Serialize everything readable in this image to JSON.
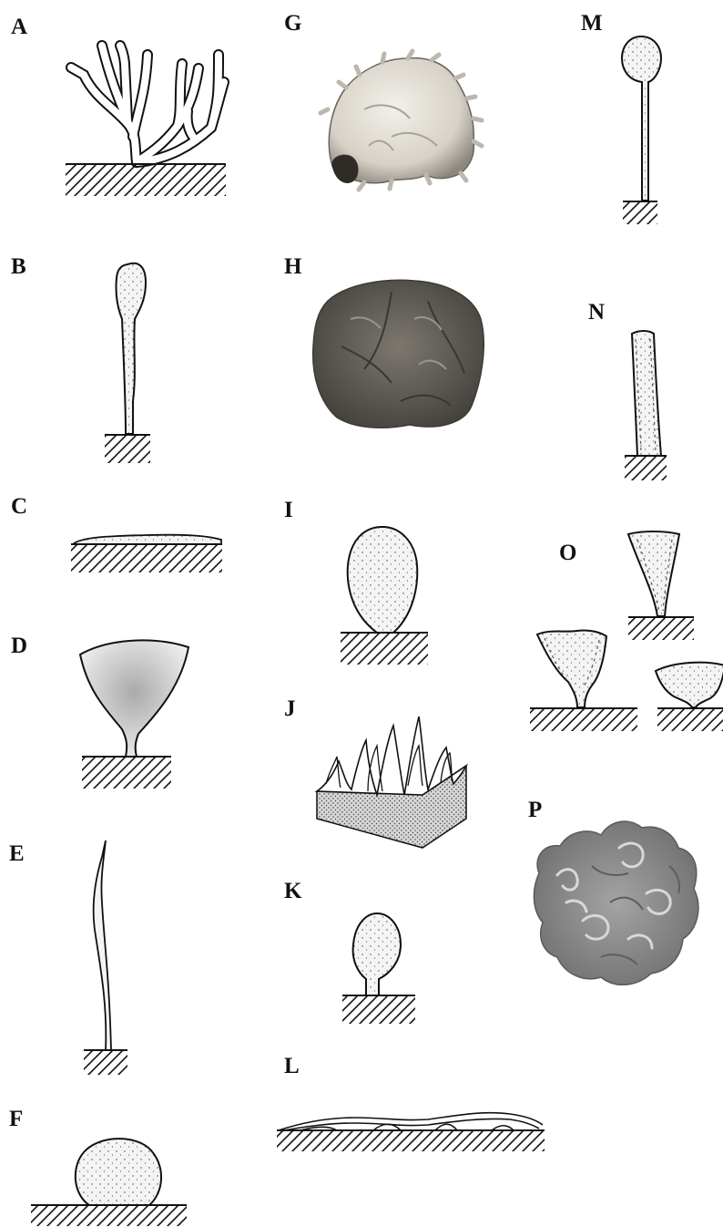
{
  "panels": [
    {
      "label": "A",
      "form": "branching-arborescent"
    },
    {
      "label": "B",
      "form": "stalked-club"
    },
    {
      "label": "C",
      "form": "encrusting"
    },
    {
      "label": "D",
      "form": "stalked-fan"
    },
    {
      "label": "E",
      "form": "whip"
    },
    {
      "label": "F",
      "form": "massive-globular"
    },
    {
      "label": "G",
      "form": "photo-globular-knobby"
    },
    {
      "label": "H",
      "form": "photo-massive"
    },
    {
      "label": "I",
      "form": "sessile-ovoid"
    },
    {
      "label": "J",
      "form": "encrusting-papillate"
    },
    {
      "label": "K",
      "form": "short-stalked-globe"
    },
    {
      "label": "L",
      "form": "repent-tubular"
    },
    {
      "label": "M",
      "form": "long-stalked-ball"
    },
    {
      "label": "N",
      "form": "tubular"
    },
    {
      "label": "O",
      "form": "vase-cup"
    },
    {
      "label": "P",
      "form": "photo-convoluted"
    }
  ],
  "colors": {
    "line": "#111111",
    "stipple_fill": "#f4f4f4",
    "photo_light": "#e4e1da",
    "photo_dark": "#5b5750",
    "photo_grey": "#8f8f8f"
  }
}
